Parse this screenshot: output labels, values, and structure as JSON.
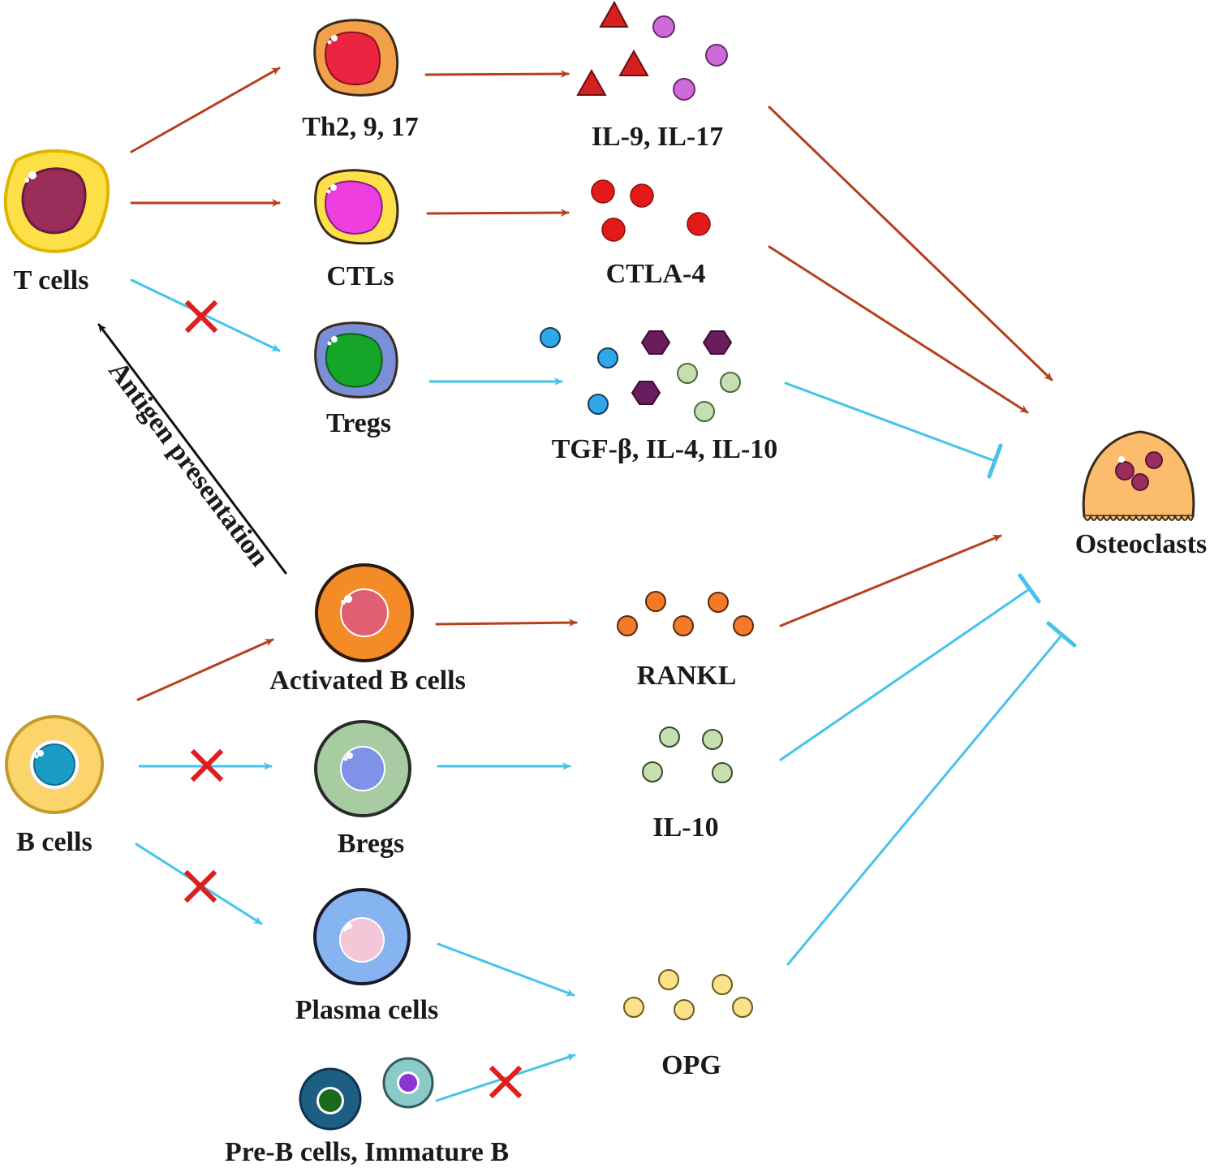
{
  "labels": {
    "t_cells": "T cells",
    "th": "Th2, 9, 17",
    "ctls": "CTLs",
    "tregs": "Tregs",
    "il9_il17": "IL-9, IL-17",
    "ctla4": "CTLA-4",
    "tgf": "TGF-β, IL-4, IL-10",
    "osteoclasts": "Osteoclasts",
    "antigen": "Antigen presentation",
    "activated_b": "Activated B cells",
    "rankl": "RANKL",
    "b_cells": "B cells",
    "bregs": "Bregs",
    "il10": "IL-10",
    "plasma": "Plasma cells",
    "opg": "OPG",
    "preb": "Pre-B cells, Immature B"
  },
  "colors": {
    "promote_arrow": "#b5401c",
    "inhibit_arrow": "#45c3ea",
    "antigen_arrow": "#111111",
    "block_mark": "#e01e1e"
  }
}
